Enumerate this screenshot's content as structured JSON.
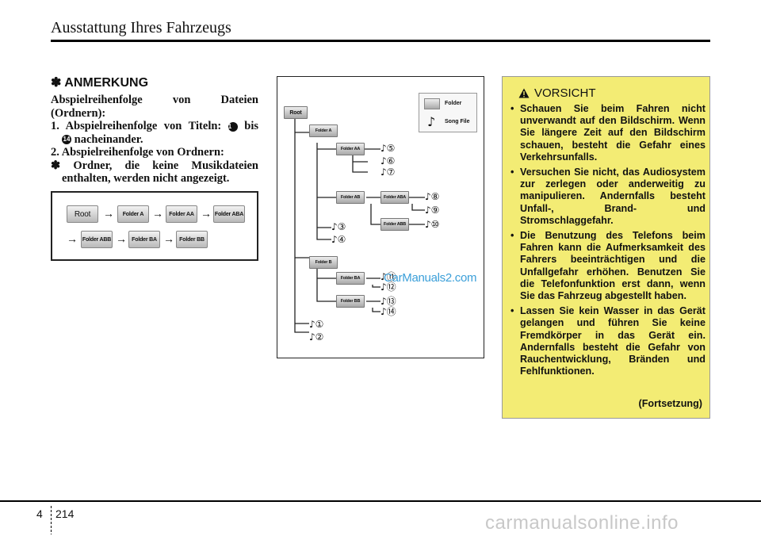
{
  "header": {
    "title": "Ausstattung Ihres Fahrzeugs"
  },
  "note": {
    "title": "ANMERKUNG",
    "star": "✽",
    "line1": "Abspielreihenfolge von Dateien",
    "line2": "(Ordnern):",
    "item1_a": "1. Abspielreihenfolge von Titeln:",
    "item1_start": "1",
    "item1_mid": "bis",
    "item1_end": "14",
    "item1_b": "nacheinander.",
    "item2": "2. Abspielreihenfolge von Ordnern:",
    "item3_a": "Ordner, die keine Musikdateien",
    "item3_b": "enthalten, werden nicht angezeigt."
  },
  "sequence": {
    "arrow": "→",
    "row1": [
      "Root",
      "Folder A",
      "Folder AA",
      "Folder ABA"
    ],
    "row2": [
      "Folder ABB",
      "Folder BA",
      "Folder BB"
    ]
  },
  "tree": {
    "folders": {
      "root": "Root",
      "a": "Folder A",
      "aa": "Folder AA",
      "ab": "Folder AB",
      "aba": "Folder ABA",
      "abb": "Folder ABB",
      "b": "Folder B",
      "ba": "Folder BA",
      "bb": "Folder BB"
    },
    "songs": {
      "s1": "♪①",
      "s2": "♪②",
      "s3": "♪③",
      "s4": "♪④",
      "s5": "♪⑤",
      "s6": "♪⑥",
      "s7": "♪⑦",
      "s8": "♪⑧",
      "s9": "♪⑨",
      "s10": "♪⑩",
      "s11": "♪⑪",
      "s12": "♪⑫",
      "s13": "♪⑬",
      "s14": "♪⑭"
    },
    "legend": {
      "folder": "Folder",
      "song": "Song File",
      "note_glyph": "♪"
    }
  },
  "watermark": "CarManuals2.com",
  "caution": {
    "title": "VORSICHT",
    "items": [
      "Schauen Sie beim Fahren nicht unverwandt auf den Bildschirm. Wenn Sie längere Zeit auf den Bildschirm schauen, besteht die Gefahr eines Verkehrsunfalls.",
      "Versuchen Sie nicht, das Audiosystem zur zerlegen oder anderweitig zu manipulieren. Andernfalls besteht Unfall-, Brand- und Stromschlaggefahr.",
      "Die Benutzung des Telefons beim Fahren kann die Aufmerksamkeit des Fahrers beeinträchtigen und die Unfallgefahr erhöhen. Benutzen Sie die Telefonfunktion erst dann, wenn Sie das Fahrzeug abgestellt haben.",
      "Lassen Sie kein Wasser in das Gerät gelangen und führen Sie keine Fremdkörper in das Gerät ein. Andernfalls besteht die Gefahr von Rauchentwicklung, Bränden und Fehlfunktionen."
    ],
    "continued": "(Fortsetzung)"
  },
  "footer": {
    "chapter": "4",
    "page": "214",
    "site": "carmanualsonline.info"
  }
}
